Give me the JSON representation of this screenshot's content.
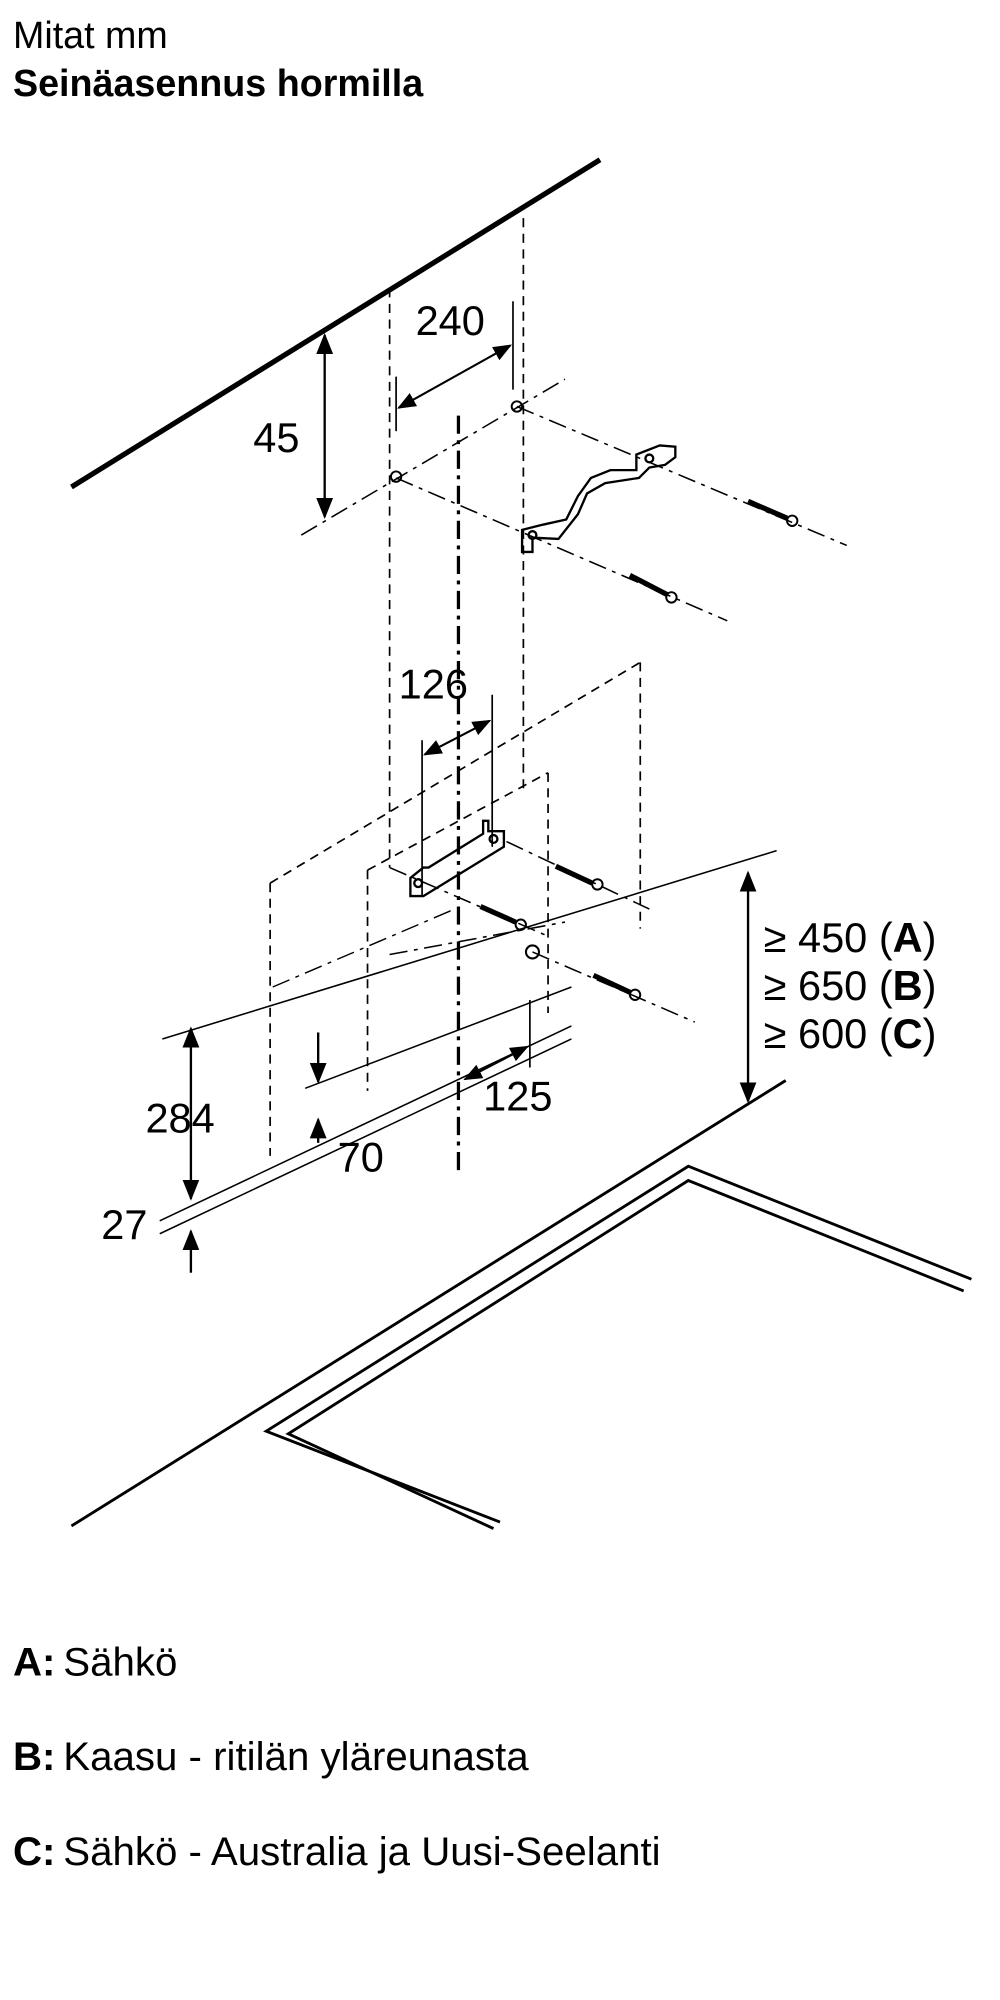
{
  "header": {
    "units": "Mitat mm",
    "title": "Seinäasennus hormilla"
  },
  "dimensions": {
    "d45": "45",
    "d240": "240",
    "d126": "126",
    "d125": "125",
    "d284": "284",
    "d70": "70",
    "d27": "27",
    "clearance": [
      {
        "prefix": "≥ 450 (",
        "key": "A",
        "suffix": ")"
      },
      {
        "prefix": "≥ 650 (",
        "key": "B",
        "suffix": ")"
      },
      {
        "prefix": "≥ 600 (",
        "key": "C",
        "suffix": ")"
      }
    ]
  },
  "legend": [
    {
      "key": "A:",
      "text": "Sähkö"
    },
    {
      "key": "B:",
      "text": "Kaasu - ritilän yläreunasta"
    },
    {
      "key": "C:",
      "text": "Sähkö - Australia ja Uusi-Seelanti"
    }
  ]
}
